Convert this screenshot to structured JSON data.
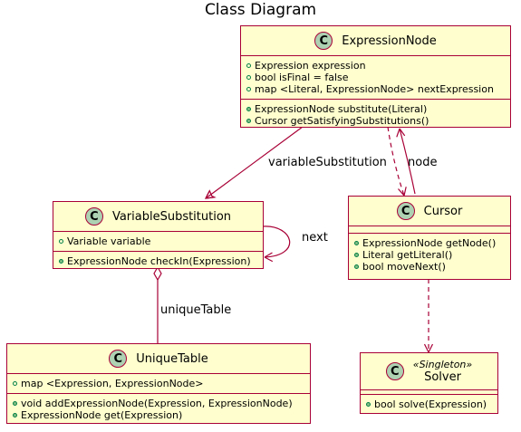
{
  "title": "Class Diagram",
  "icon_letter": "C",
  "classes": {
    "expression_node": {
      "name": "ExpressionNode",
      "attributes": [
        "Expression expression",
        "bool isFinal = false",
        "map <Literal, ExpressionNode> nextExpression"
      ],
      "methods": [
        "ExpressionNode substitute(Literal)",
        "Cursor getSatisfyingSubstitutions()"
      ]
    },
    "variable_substitution": {
      "name": "VariableSubstitution",
      "attributes": [
        "Variable variable"
      ],
      "methods": [
        "ExpressionNode checkIn(Expression)"
      ]
    },
    "cursor": {
      "name": "Cursor",
      "attributes": [],
      "methods": [
        "ExpressionNode getNode()",
        "Literal getLiteral()",
        "bool moveNext()"
      ]
    },
    "unique_table": {
      "name": "UniqueTable",
      "attributes": [
        "map <Expression, ExpressionNode>"
      ],
      "methods": [
        "void addExpressionNode(Expression, ExpressionNode)",
        "ExpressionNode get(Expression)"
      ]
    },
    "solver": {
      "name": "Solver",
      "stereotype": "«Singleton»",
      "attributes": [],
      "methods": [
        "bool solve(Expression)"
      ]
    }
  },
  "relations": {
    "variable_substitution": "variableSubstitution",
    "node": "node",
    "next": "next",
    "unique_table": "uniqueTable"
  },
  "colors": {
    "class_fill": "#fefece",
    "border": "#a80036",
    "class_icon": "#add1b2",
    "visibility_public": "#038048"
  }
}
